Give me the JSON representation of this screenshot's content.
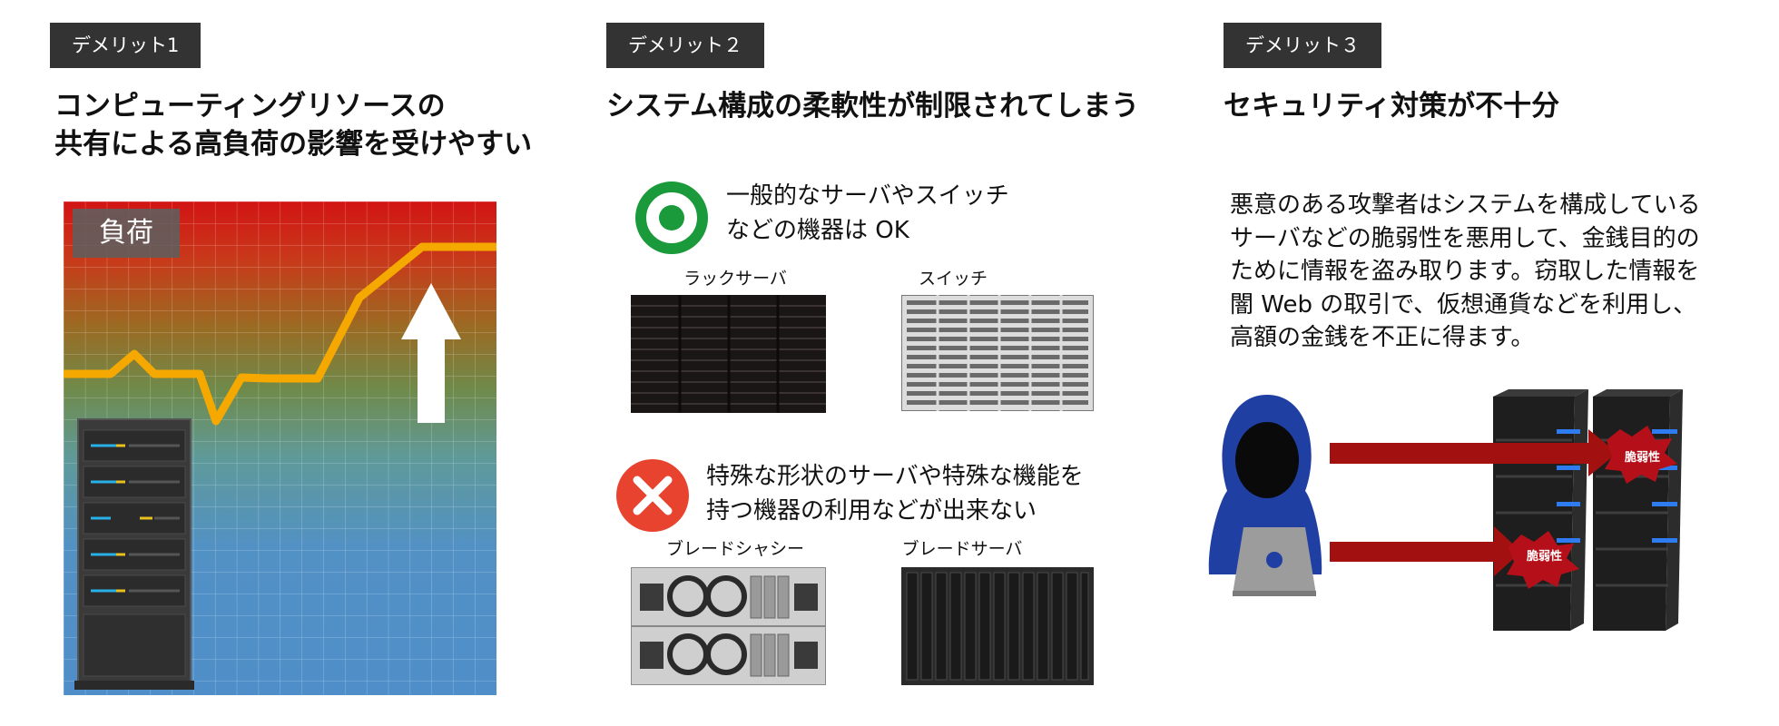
{
  "demerit1": {
    "tag": "デメリット1",
    "heading_line1": "コンピューティングリソースの",
    "heading_line2": "共有による高負荷の影響を受けやすい",
    "chart_label": "負荷",
    "colors": {
      "line": "#f5a800",
      "top": "#d21414",
      "bottom": "#4f8ec9"
    }
  },
  "demerit2": {
    "tag": "デメリット２",
    "heading": "システム構成の柔軟性が制限されてしまう",
    "ok": {
      "icon": "circle-ok-icon",
      "line1": "一般的なサーバやスイッチ",
      "line2": "などの機器は OK",
      "devices": [
        {
          "caption": "ラックサーバ",
          "image": "rack-server-image"
        },
        {
          "caption": "スイッチ",
          "image": "switch-image"
        }
      ]
    },
    "ng": {
      "icon": "cross-ng-icon",
      "line1": "特殊な形状のサーバや特殊な機能を",
      "line2": "持つ機器の利用などが出来ない",
      "devices": [
        {
          "caption": "ブレードシャシー",
          "image": "blade-chassis-image"
        },
        {
          "caption": "ブレードサーバ",
          "image": "blade-server-image"
        }
      ]
    },
    "colors": {
      "ok": "#1a9a3a",
      "ng": "#e8432e"
    }
  },
  "demerit3": {
    "tag": "デメリット３",
    "heading": "セキュリティ対策が不十分",
    "body": "悪意のある攻撃者はシステムを構成している\nサーバなどの脆弱性を悪用して、金銭目的の\nために情報を盗み取ります。窃取した情報を\n闇 Web の取引で、仮想通貨などを利用し、\n高額の金銭を不正に得ます。",
    "vulnerability_label_1": "脆弱性",
    "vulnerability_label_2": "脆弱性",
    "colors": {
      "hacker": "#1f3fa3",
      "arrow": "#a31010",
      "splat": "#b5101a"
    }
  }
}
